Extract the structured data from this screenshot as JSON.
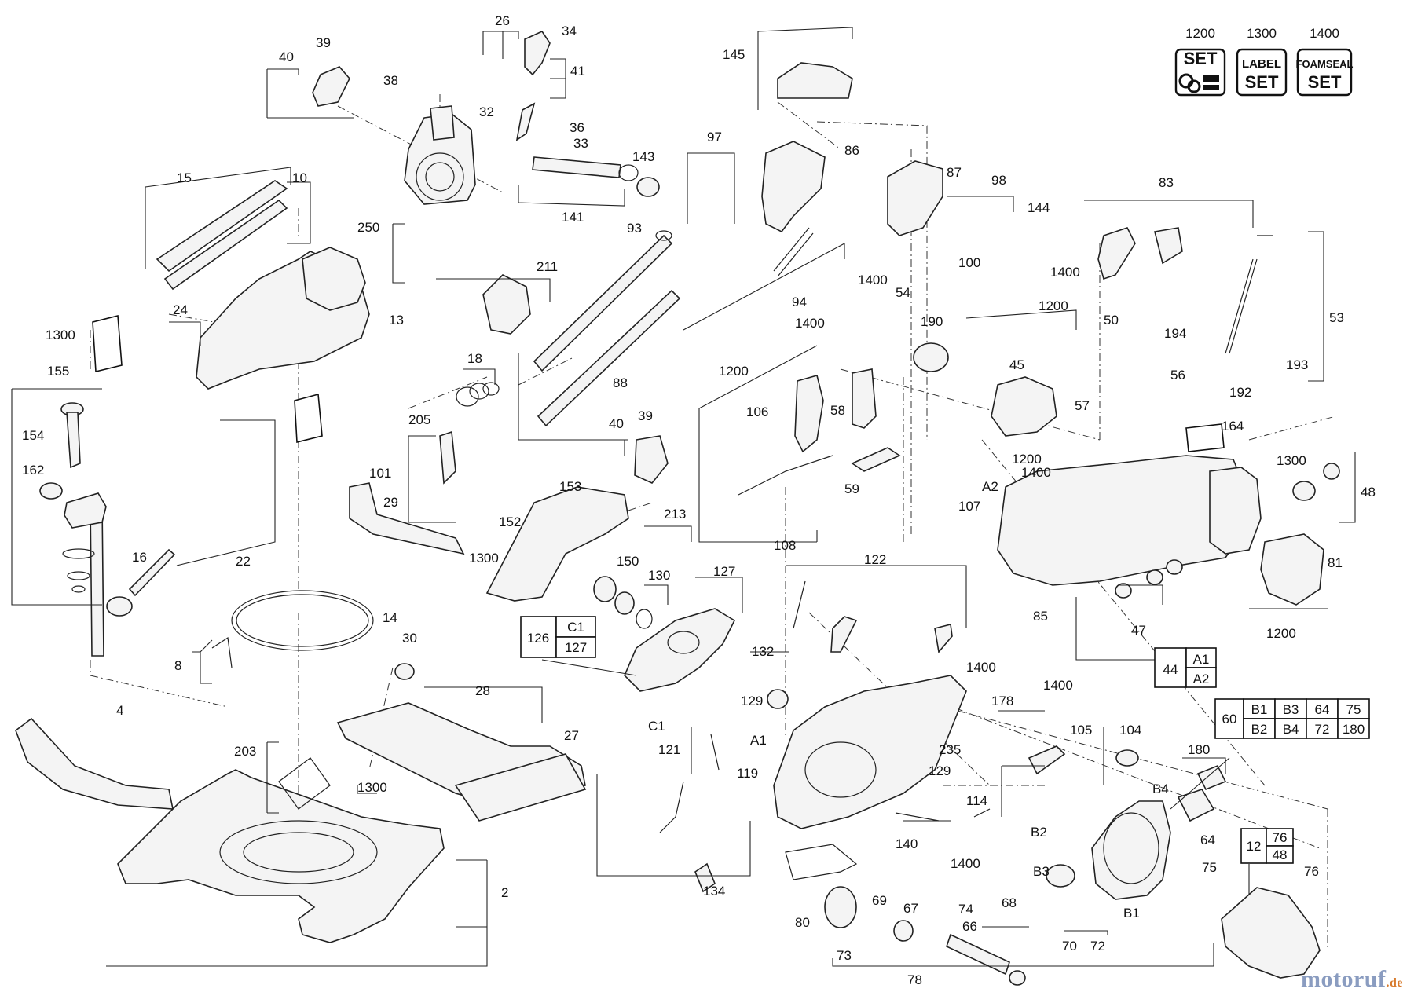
{
  "labels": {
    "n1200a": "1200",
    "n1300a": "1300",
    "n1400a": "1400",
    "n26": "26",
    "n34": "34",
    "n41": "41",
    "n38": "38",
    "n32": "32",
    "n36": "36",
    "n33": "33",
    "n143": "143",
    "n141": "141",
    "n40a": "40",
    "n39a": "39",
    "n15": "15",
    "n10": "10",
    "n250": "250",
    "n13": "13",
    "n1300b": "1300",
    "n24": "24",
    "n155": "155",
    "n154": "154",
    "n162": "162",
    "n22": "22",
    "n16": "16",
    "n14": "14",
    "n8": "8",
    "n4": "4",
    "n203": "203",
    "n1300c": "1300",
    "n2": "2",
    "n30": "30",
    "n28": "28",
    "n27": "27",
    "n145": "145",
    "n97": "97",
    "n86": "86",
    "n87": "87",
    "n98": "98",
    "n144": "144",
    "n100": "100",
    "n1400b": "1400",
    "n1400c": "1400",
    "n93": "93",
    "n211": "211",
    "n94": "94",
    "n88": "88",
    "n18": "18",
    "n205": "205",
    "n101": "101",
    "n29": "29",
    "n40b": "40",
    "n39b": "39",
    "n153": "153",
    "n152": "152",
    "n213": "213",
    "n1300d": "1300",
    "n150": "150",
    "n130": "130",
    "n127": "127",
    "n126": "126",
    "c1a": "C1",
    "n127b": "127",
    "c1b": "C1",
    "n121": "121",
    "n134": "134",
    "n83": "83",
    "n53": "53",
    "n54": "54",
    "n1400d": "1400",
    "n190": "190",
    "n1200b": "1200",
    "n45": "45",
    "n50": "50",
    "n194": "194",
    "n57": "57",
    "n56": "56",
    "n192": "192",
    "n193": "193",
    "n1200c": "1200",
    "n106": "106",
    "n58": "58",
    "n164": "164",
    "n1200d": "1200",
    "n1400e": "1400",
    "n1300e": "1300",
    "a2a": "A2",
    "n107": "107",
    "n48": "48",
    "n59": "59",
    "n108": "108",
    "n122": "122",
    "n81": "81",
    "n85": "85",
    "n47": "47",
    "n1200e": "1200",
    "n44": "44",
    "a1a": "A1",
    "a2b": "A2",
    "n132": "132",
    "n1400f": "1400",
    "n1400g": "1400",
    "n129a": "129",
    "a1b": "A1",
    "n178": "178",
    "n235": "235",
    "n129b": "129",
    "n119": "119",
    "n114": "114",
    "n140": "140",
    "n1400h": "1400",
    "n105": "105",
    "n104": "104",
    "n180": "180",
    "n60": "60",
    "b1a": "B1",
    "b3a": "B3",
    "n64a": "64",
    "n75a": "75",
    "b2a": "B2",
    "b4a": "B4",
    "n72a": "72",
    "n180b": "180",
    "b4b": "B4",
    "b2b": "B2",
    "n64b": "64",
    "b3b": "B3",
    "n75b": "75",
    "b1b": "B1",
    "n12": "12",
    "n76a": "76",
    "n48b": "48",
    "n76b": "76",
    "n80": "80",
    "n73": "73",
    "n69": "69",
    "n67": "67",
    "n74": "74",
    "n66": "66",
    "n68": "68",
    "n70": "70",
    "n72b": "72",
    "n78": "78"
  },
  "badges": {
    "set_top": "SET",
    "label_top": "LABEL",
    "label_bottom": "SET",
    "foamseal_top": "FOAMSEAL",
    "foamseal_bottom": "SET"
  },
  "watermark": {
    "name": "motoruf",
    "tld": ".de"
  }
}
